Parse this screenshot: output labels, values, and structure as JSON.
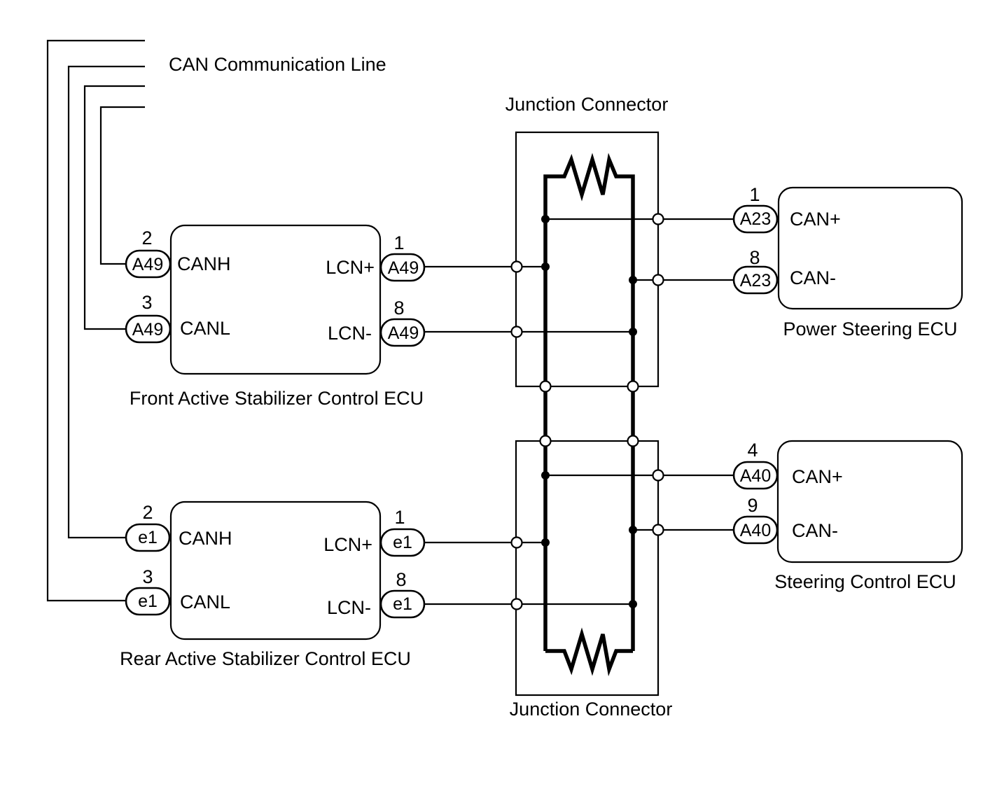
{
  "labels": {
    "can_line": "CAN Communication Line",
    "jc_top": "Junction Connector",
    "jc_bottom": "Junction Connector",
    "front_ecu": "Front Active Stabilizer Control ECU",
    "rear_ecu": "Rear Active Stabilizer Control ECU",
    "ps_ecu": "Power Steering ECU",
    "sc_ecu": "Steering Control ECU"
  },
  "front": {
    "canh": {
      "pin": "2",
      "conn": "A49",
      "signal": "CANH"
    },
    "canl": {
      "pin": "3",
      "conn": "A49",
      "signal": "CANL"
    },
    "lcnp": {
      "pin": "1",
      "conn": "A49",
      "signal": "LCN+"
    },
    "lcnm": {
      "pin": "8",
      "conn": "A49",
      "signal": "LCN-"
    }
  },
  "rear": {
    "canh": {
      "pin": "2",
      "conn": "e1",
      "signal": "CANH"
    },
    "canl": {
      "pin": "3",
      "conn": "e1",
      "signal": "CANL"
    },
    "lcnp": {
      "pin": "1",
      "conn": "e1",
      "signal": "LCN+"
    },
    "lcnm": {
      "pin": "8",
      "conn": "e1",
      "signal": "LCN-"
    }
  },
  "ps": {
    "canp": {
      "pin": "1",
      "conn": "A23",
      "signal": "CAN+"
    },
    "canm": {
      "pin": "8",
      "conn": "A23",
      "signal": "CAN-"
    }
  },
  "sc": {
    "canp": {
      "pin": "4",
      "conn": "A40",
      "signal": "CAN+"
    },
    "canm": {
      "pin": "9",
      "conn": "A40",
      "signal": "CAN-"
    }
  }
}
